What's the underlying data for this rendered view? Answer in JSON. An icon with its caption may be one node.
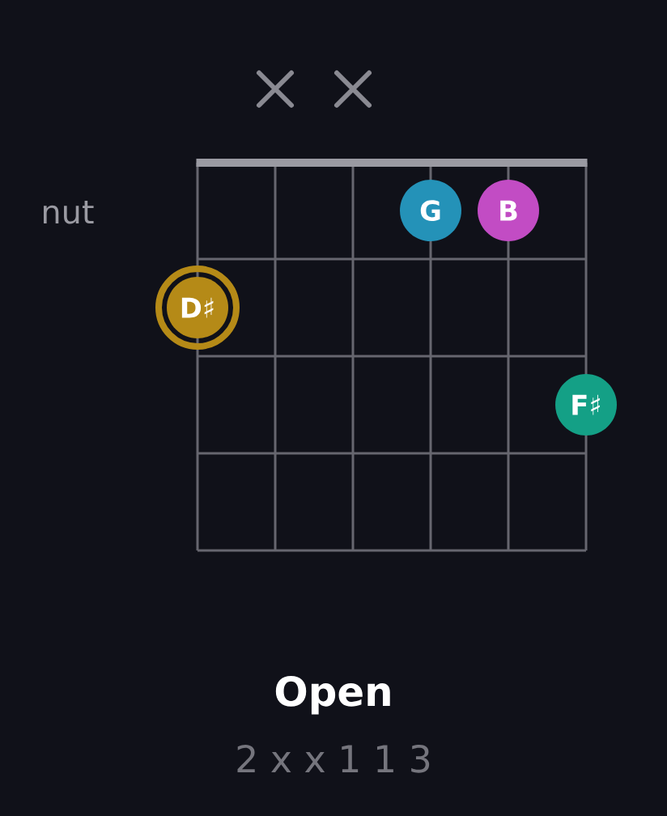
{
  "diagram": {
    "title": "Open",
    "nodes": [
      {
        "text": [
          "G"
        ]
      },
      {
        "text": [
          "B"
        ]
      },
      {
        "text": [
          "D♯"
        ]
      },
      {
        "text": [
          "F♯"
        ]
      }
    ],
    "labels": [
      "nut",
      "2 x x 1 1 3"
    ]
  }
}
